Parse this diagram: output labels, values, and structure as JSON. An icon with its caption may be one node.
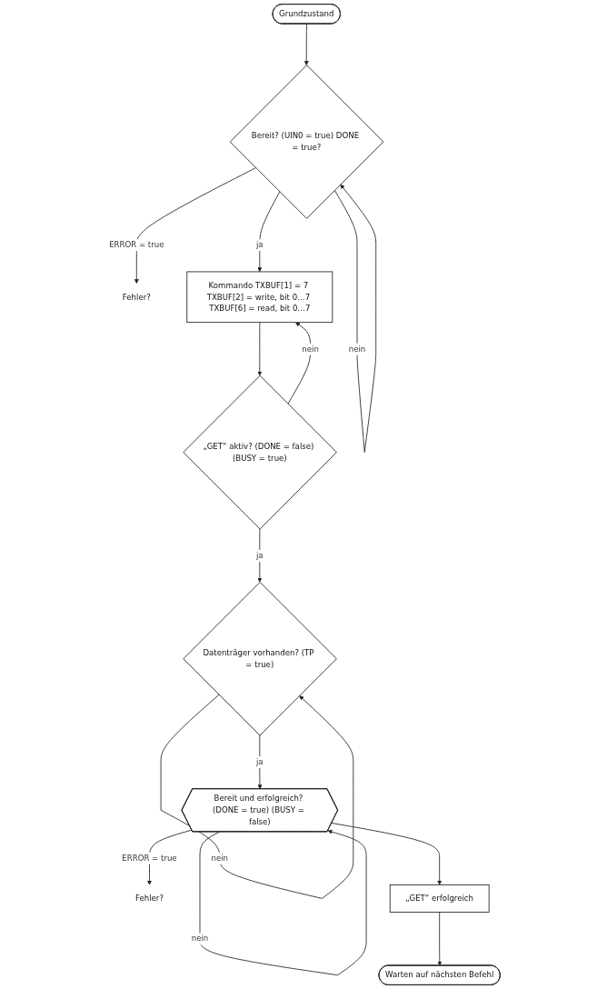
{
  "diagram": {
    "nodes": [
      {
        "text": [
          "Grundzustand"
        ]
      },
      {
        "text": [
          "Bereit? (UIN0 = true) DONE = true?"
        ]
      },
      {
        "text": [
          "Fehler?"
        ]
      },
      {
        "text": [
          "Kommando TXBUF[1] = 7 TXBUF[2] = write, bit 0…7 TXBUF[6] = read, bit 0…7"
        ]
      },
      {
        "text": [
          "„GET“ aktiv? (DONE = false) (BUSY = true)"
        ]
      },
      {
        "text": [
          "Datenträger vorhanden? (TP = true)"
        ]
      },
      {
        "text": [
          "Bereit und erfolgreich? (DONE = true) (BUSY = false)"
        ]
      },
      {
        "text": [
          "Fehler?"
        ]
      },
      {
        "text": [
          "„GET“ erfolgreich"
        ]
      },
      {
        "text": [
          "Warten auf nächsten Befehl"
        ]
      }
    ],
    "edges": [
      {
        "from": 0,
        "to": 1,
        "arrow": "to"
      },
      {
        "from": 1,
        "to": 1,
        "label": "nein",
        "arrow": "to"
      },
      {
        "from": 1,
        "to": 2,
        "label": "ERROR = true",
        "arrow": "to"
      },
      {
        "from": 1,
        "to": 3,
        "label": "ja",
        "arrow": "to"
      },
      {
        "from": 3,
        "to": 4,
        "arrow": "to"
      },
      {
        "from": 4,
        "to": 3,
        "label": "nein",
        "arrow": "to"
      },
      {
        "from": 4,
        "to": 5,
        "label": "ja",
        "arrow": "to"
      },
      {
        "from": 5,
        "to": 5,
        "label": "nein",
        "arrow": "to"
      },
      {
        "from": 5,
        "to": 6,
        "label": "ja",
        "arrow": "to"
      },
      {
        "from": 6,
        "to": 6,
        "label": "nein",
        "arrow": "to"
      },
      {
        "from": 6,
        "to": 7,
        "label": "ERROR = true",
        "arrow": "to"
      },
      {
        "from": 6,
        "to": 8,
        "arrow": "to"
      },
      {
        "from": 8,
        "to": 9,
        "arrow": "to"
      }
    ]
  }
}
